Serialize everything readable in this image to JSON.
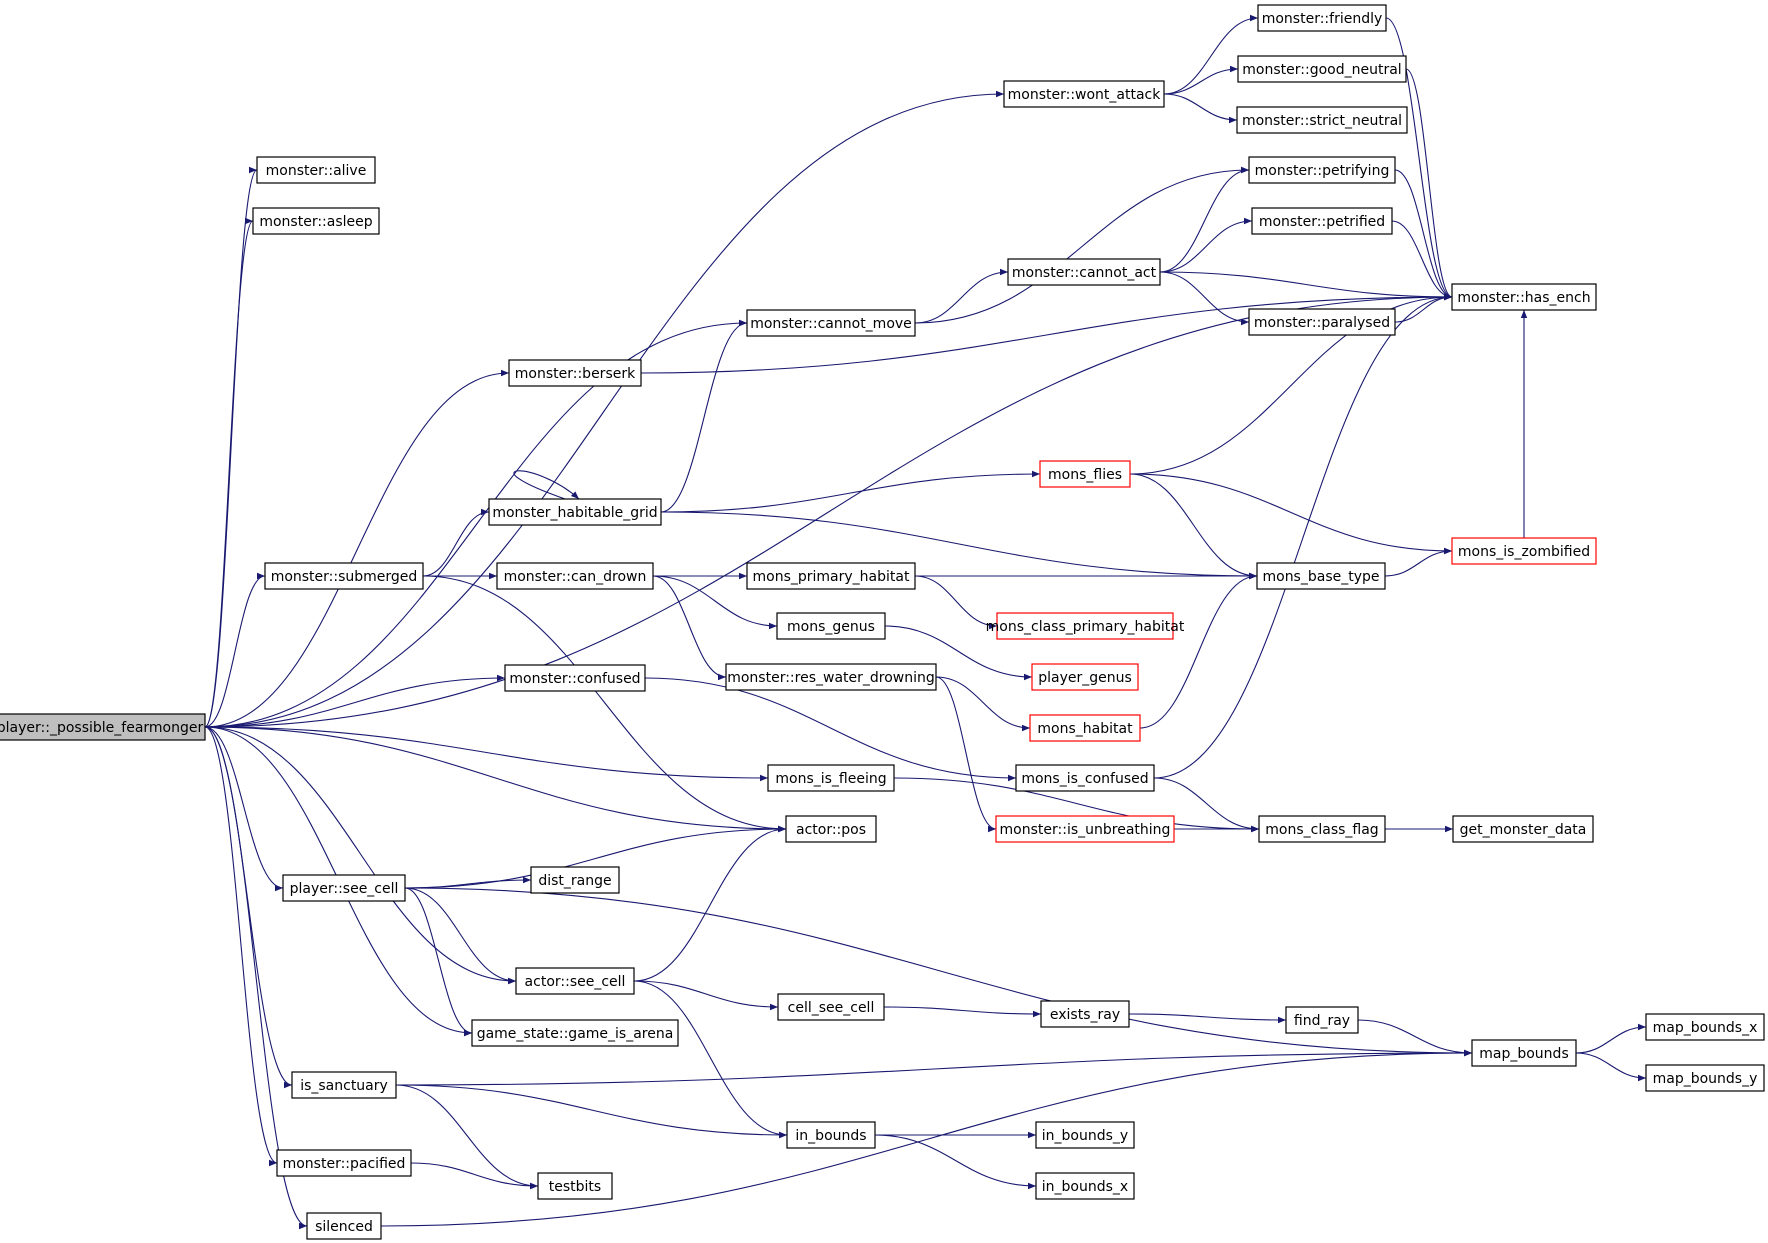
{
  "graph": {
    "root": "player::_possible_fearmonger",
    "colors": {
      "edge": "#191970",
      "node_border": "#000000",
      "node_border_unresolved": "#ff0000",
      "root_fill": "#bfbfbf",
      "node_fill": "#ffffff"
    },
    "nodes": [
      {
        "id": "root",
        "label": "player::_possible_fearmonger",
        "style": "root"
      },
      {
        "id": "alive",
        "label": "monster::alive"
      },
      {
        "id": "asleep",
        "label": "monster::asleep"
      },
      {
        "id": "wont_attack",
        "label": "monster::wont_attack"
      },
      {
        "id": "friendly",
        "label": "monster::friendly"
      },
      {
        "id": "good_neutral",
        "label": "monster::good_neutral"
      },
      {
        "id": "strict_neutral",
        "label": "monster::strict_neutral"
      },
      {
        "id": "petrifying",
        "label": "monster::petrifying"
      },
      {
        "id": "petrified",
        "label": "monster::petrified"
      },
      {
        "id": "cannot_act",
        "label": "monster::cannot_act"
      },
      {
        "id": "has_ench",
        "label": "monster::has_ench"
      },
      {
        "id": "cannot_move",
        "label": "monster::cannot_move"
      },
      {
        "id": "paralysed",
        "label": "monster::paralysed"
      },
      {
        "id": "berserk",
        "label": "monster::berserk"
      },
      {
        "id": "mons_flies",
        "label": "mons_flies",
        "style": "red"
      },
      {
        "id": "habitable_grid",
        "label": "monster_habitable_grid"
      },
      {
        "id": "is_zombified",
        "label": "mons_is_zombified",
        "style": "red"
      },
      {
        "id": "submerged",
        "label": "monster::submerged"
      },
      {
        "id": "can_drown",
        "label": "monster::can_drown"
      },
      {
        "id": "primary_habitat",
        "label": "mons_primary_habitat"
      },
      {
        "id": "base_type",
        "label": "mons_base_type"
      },
      {
        "id": "mons_genus",
        "label": "mons_genus"
      },
      {
        "id": "class_primary_habitat",
        "label": "mons_class_primary_habitat",
        "style": "red"
      },
      {
        "id": "confused",
        "label": "monster::confused"
      },
      {
        "id": "res_water_drowning",
        "label": "monster::res_water_drowning"
      },
      {
        "id": "player_genus",
        "label": "player_genus",
        "style": "red"
      },
      {
        "id": "mons_habitat",
        "label": "mons_habitat",
        "style": "red"
      },
      {
        "id": "is_fleeing",
        "label": "mons_is_fleeing"
      },
      {
        "id": "is_confused",
        "label": "mons_is_confused"
      },
      {
        "id": "actor_pos",
        "label": "actor::pos"
      },
      {
        "id": "is_unbreathing",
        "label": "monster::is_unbreathing",
        "style": "red"
      },
      {
        "id": "class_flag",
        "label": "mons_class_flag"
      },
      {
        "id": "get_monster_data",
        "label": "get_monster_data"
      },
      {
        "id": "see_cell",
        "label": "player::see_cell"
      },
      {
        "id": "dist_range",
        "label": "dist_range"
      },
      {
        "id": "actor_see_cell",
        "label": "actor::see_cell"
      },
      {
        "id": "cell_see_cell",
        "label": "cell_see_cell"
      },
      {
        "id": "exists_ray",
        "label": "exists_ray"
      },
      {
        "id": "find_ray",
        "label": "find_ray"
      },
      {
        "id": "game_is_arena",
        "label": "game_state::game_is_arena"
      },
      {
        "id": "map_bounds",
        "label": "map_bounds"
      },
      {
        "id": "map_bounds_x",
        "label": "map_bounds_x"
      },
      {
        "id": "map_bounds_y",
        "label": "map_bounds_y"
      },
      {
        "id": "is_sanctuary",
        "label": "is_sanctuary"
      },
      {
        "id": "in_bounds",
        "label": "in_bounds"
      },
      {
        "id": "in_bounds_y",
        "label": "in_bounds_y"
      },
      {
        "id": "in_bounds_x",
        "label": "in_bounds_x"
      },
      {
        "id": "pacified",
        "label": "monster::pacified"
      },
      {
        "id": "testbits",
        "label": "testbits"
      },
      {
        "id": "silenced",
        "label": "silenced"
      }
    ],
    "edges": [
      [
        "root",
        "alive"
      ],
      [
        "root",
        "asleep"
      ],
      [
        "root",
        "wont_attack"
      ],
      [
        "root",
        "cannot_move"
      ],
      [
        "root",
        "berserk"
      ],
      [
        "root",
        "has_ench"
      ],
      [
        "root",
        "submerged"
      ],
      [
        "root",
        "confused"
      ],
      [
        "root",
        "is_fleeing"
      ],
      [
        "root",
        "actor_pos"
      ],
      [
        "root",
        "see_cell"
      ],
      [
        "root",
        "actor_see_cell"
      ],
      [
        "root",
        "game_is_arena"
      ],
      [
        "root",
        "is_sanctuary"
      ],
      [
        "root",
        "pacified"
      ],
      [
        "root",
        "silenced"
      ],
      [
        "wont_attack",
        "friendly"
      ],
      [
        "wont_attack",
        "good_neutral"
      ],
      [
        "wont_attack",
        "strict_neutral"
      ],
      [
        "friendly",
        "has_ench"
      ],
      [
        "good_neutral",
        "has_ench"
      ],
      [
        "petrifying",
        "has_ench"
      ],
      [
        "petrified",
        "has_ench"
      ],
      [
        "cannot_move",
        "petrifying"
      ],
      [
        "cannot_move",
        "cannot_act"
      ],
      [
        "cannot_act",
        "petrifying"
      ],
      [
        "cannot_act",
        "petrified"
      ],
      [
        "cannot_act",
        "has_ench"
      ],
      [
        "cannot_act",
        "paralysed"
      ],
      [
        "paralysed",
        "has_ench"
      ],
      [
        "berserk",
        "has_ench"
      ],
      [
        "habitable_grid",
        "cannot_move"
      ],
      [
        "habitable_grid",
        "habitable_grid"
      ],
      [
        "habitable_grid",
        "mons_flies"
      ],
      [
        "habitable_grid",
        "base_type"
      ],
      [
        "mons_flies",
        "has_ench"
      ],
      [
        "mons_flies",
        "is_zombified"
      ],
      [
        "mons_flies",
        "base_type"
      ],
      [
        "submerged",
        "habitable_grid"
      ],
      [
        "submerged",
        "can_drown"
      ],
      [
        "submerged",
        "actor_pos"
      ],
      [
        "can_drown",
        "primary_habitat"
      ],
      [
        "can_drown",
        "mons_genus"
      ],
      [
        "can_drown",
        "res_water_drowning"
      ],
      [
        "primary_habitat",
        "base_type"
      ],
      [
        "primary_habitat",
        "class_primary_habitat"
      ],
      [
        "base_type",
        "is_zombified"
      ],
      [
        "is_zombified",
        "has_ench"
      ],
      [
        "mons_genus",
        "player_genus"
      ],
      [
        "res_water_drowning",
        "mons_habitat"
      ],
      [
        "res_water_drowning",
        "is_unbreathing"
      ],
      [
        "mons_habitat",
        "base_type"
      ],
      [
        "confused",
        "is_confused"
      ],
      [
        "is_confused",
        "has_ench"
      ],
      [
        "is_confused",
        "class_flag"
      ],
      [
        "is_fleeing",
        "class_flag"
      ],
      [
        "is_unbreathing",
        "class_flag"
      ],
      [
        "class_flag",
        "get_monster_data"
      ],
      [
        "see_cell",
        "actor_pos"
      ],
      [
        "see_cell",
        "dist_range"
      ],
      [
        "see_cell",
        "actor_see_cell"
      ],
      [
        "see_cell",
        "game_is_arena"
      ],
      [
        "see_cell",
        "map_bounds"
      ],
      [
        "actor_see_cell",
        "actor_pos"
      ],
      [
        "actor_see_cell",
        "cell_see_cell"
      ],
      [
        "actor_see_cell",
        "in_bounds"
      ],
      [
        "cell_see_cell",
        "exists_ray"
      ],
      [
        "exists_ray",
        "find_ray"
      ],
      [
        "find_ray",
        "map_bounds"
      ],
      [
        "map_bounds",
        "map_bounds_x"
      ],
      [
        "map_bounds",
        "map_bounds_y"
      ],
      [
        "is_sanctuary",
        "map_bounds"
      ],
      [
        "is_sanctuary",
        "in_bounds"
      ],
      [
        "is_sanctuary",
        "testbits"
      ],
      [
        "in_bounds",
        "in_bounds_y"
      ],
      [
        "in_bounds",
        "in_bounds_x"
      ],
      [
        "pacified",
        "testbits"
      ],
      [
        "silenced",
        "map_bounds"
      ]
    ]
  }
}
